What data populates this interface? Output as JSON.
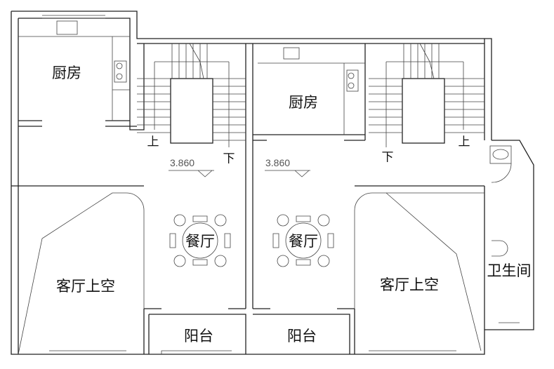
{
  "rooms": {
    "kitchen_left": "厨房",
    "kitchen_mid": "厨房",
    "dining_left": "餐厅",
    "dining_right": "餐厅",
    "living_void_left": "客厅上空",
    "living_void_right": "客厅上空",
    "bathroom": "卫生间",
    "balcony_left": "阳台",
    "balcony_right": "阳台"
  },
  "stairs": {
    "left_up": "上",
    "left_down": "下",
    "right_down": "下",
    "right_up": "上"
  },
  "elevations": {
    "left": "3.860",
    "right": "3.860"
  }
}
